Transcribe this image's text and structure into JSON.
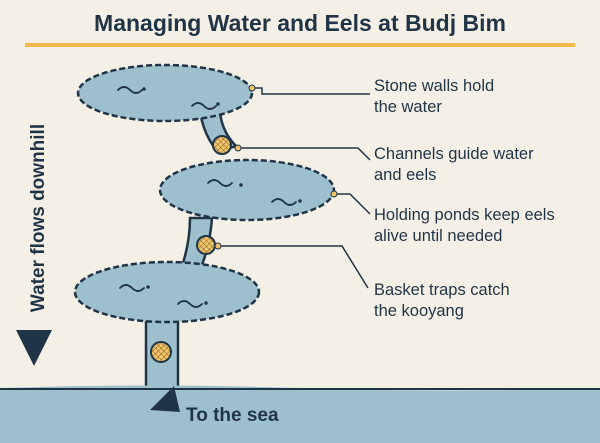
{
  "title": "Managing Water and Eels at Budj Bim",
  "side_label": "Water flows downhill",
  "sea_label": "To the sea",
  "callouts": [
    {
      "line1": "Stone walls hold",
      "line2": "the water"
    },
    {
      "line1": "Channels guide water",
      "line2": "and eels"
    },
    {
      "line1": "Holding ponds keep eels",
      "line2": "alive until needed"
    },
    {
      "line1": "Basket traps catch",
      "line2": "the kooyang"
    }
  ],
  "colors": {
    "background": "#f5f0e6",
    "title_underline": "#f2b84b",
    "water": "#9ec0cc",
    "outline": "#1f3547",
    "basket": "#f2c46b"
  }
}
